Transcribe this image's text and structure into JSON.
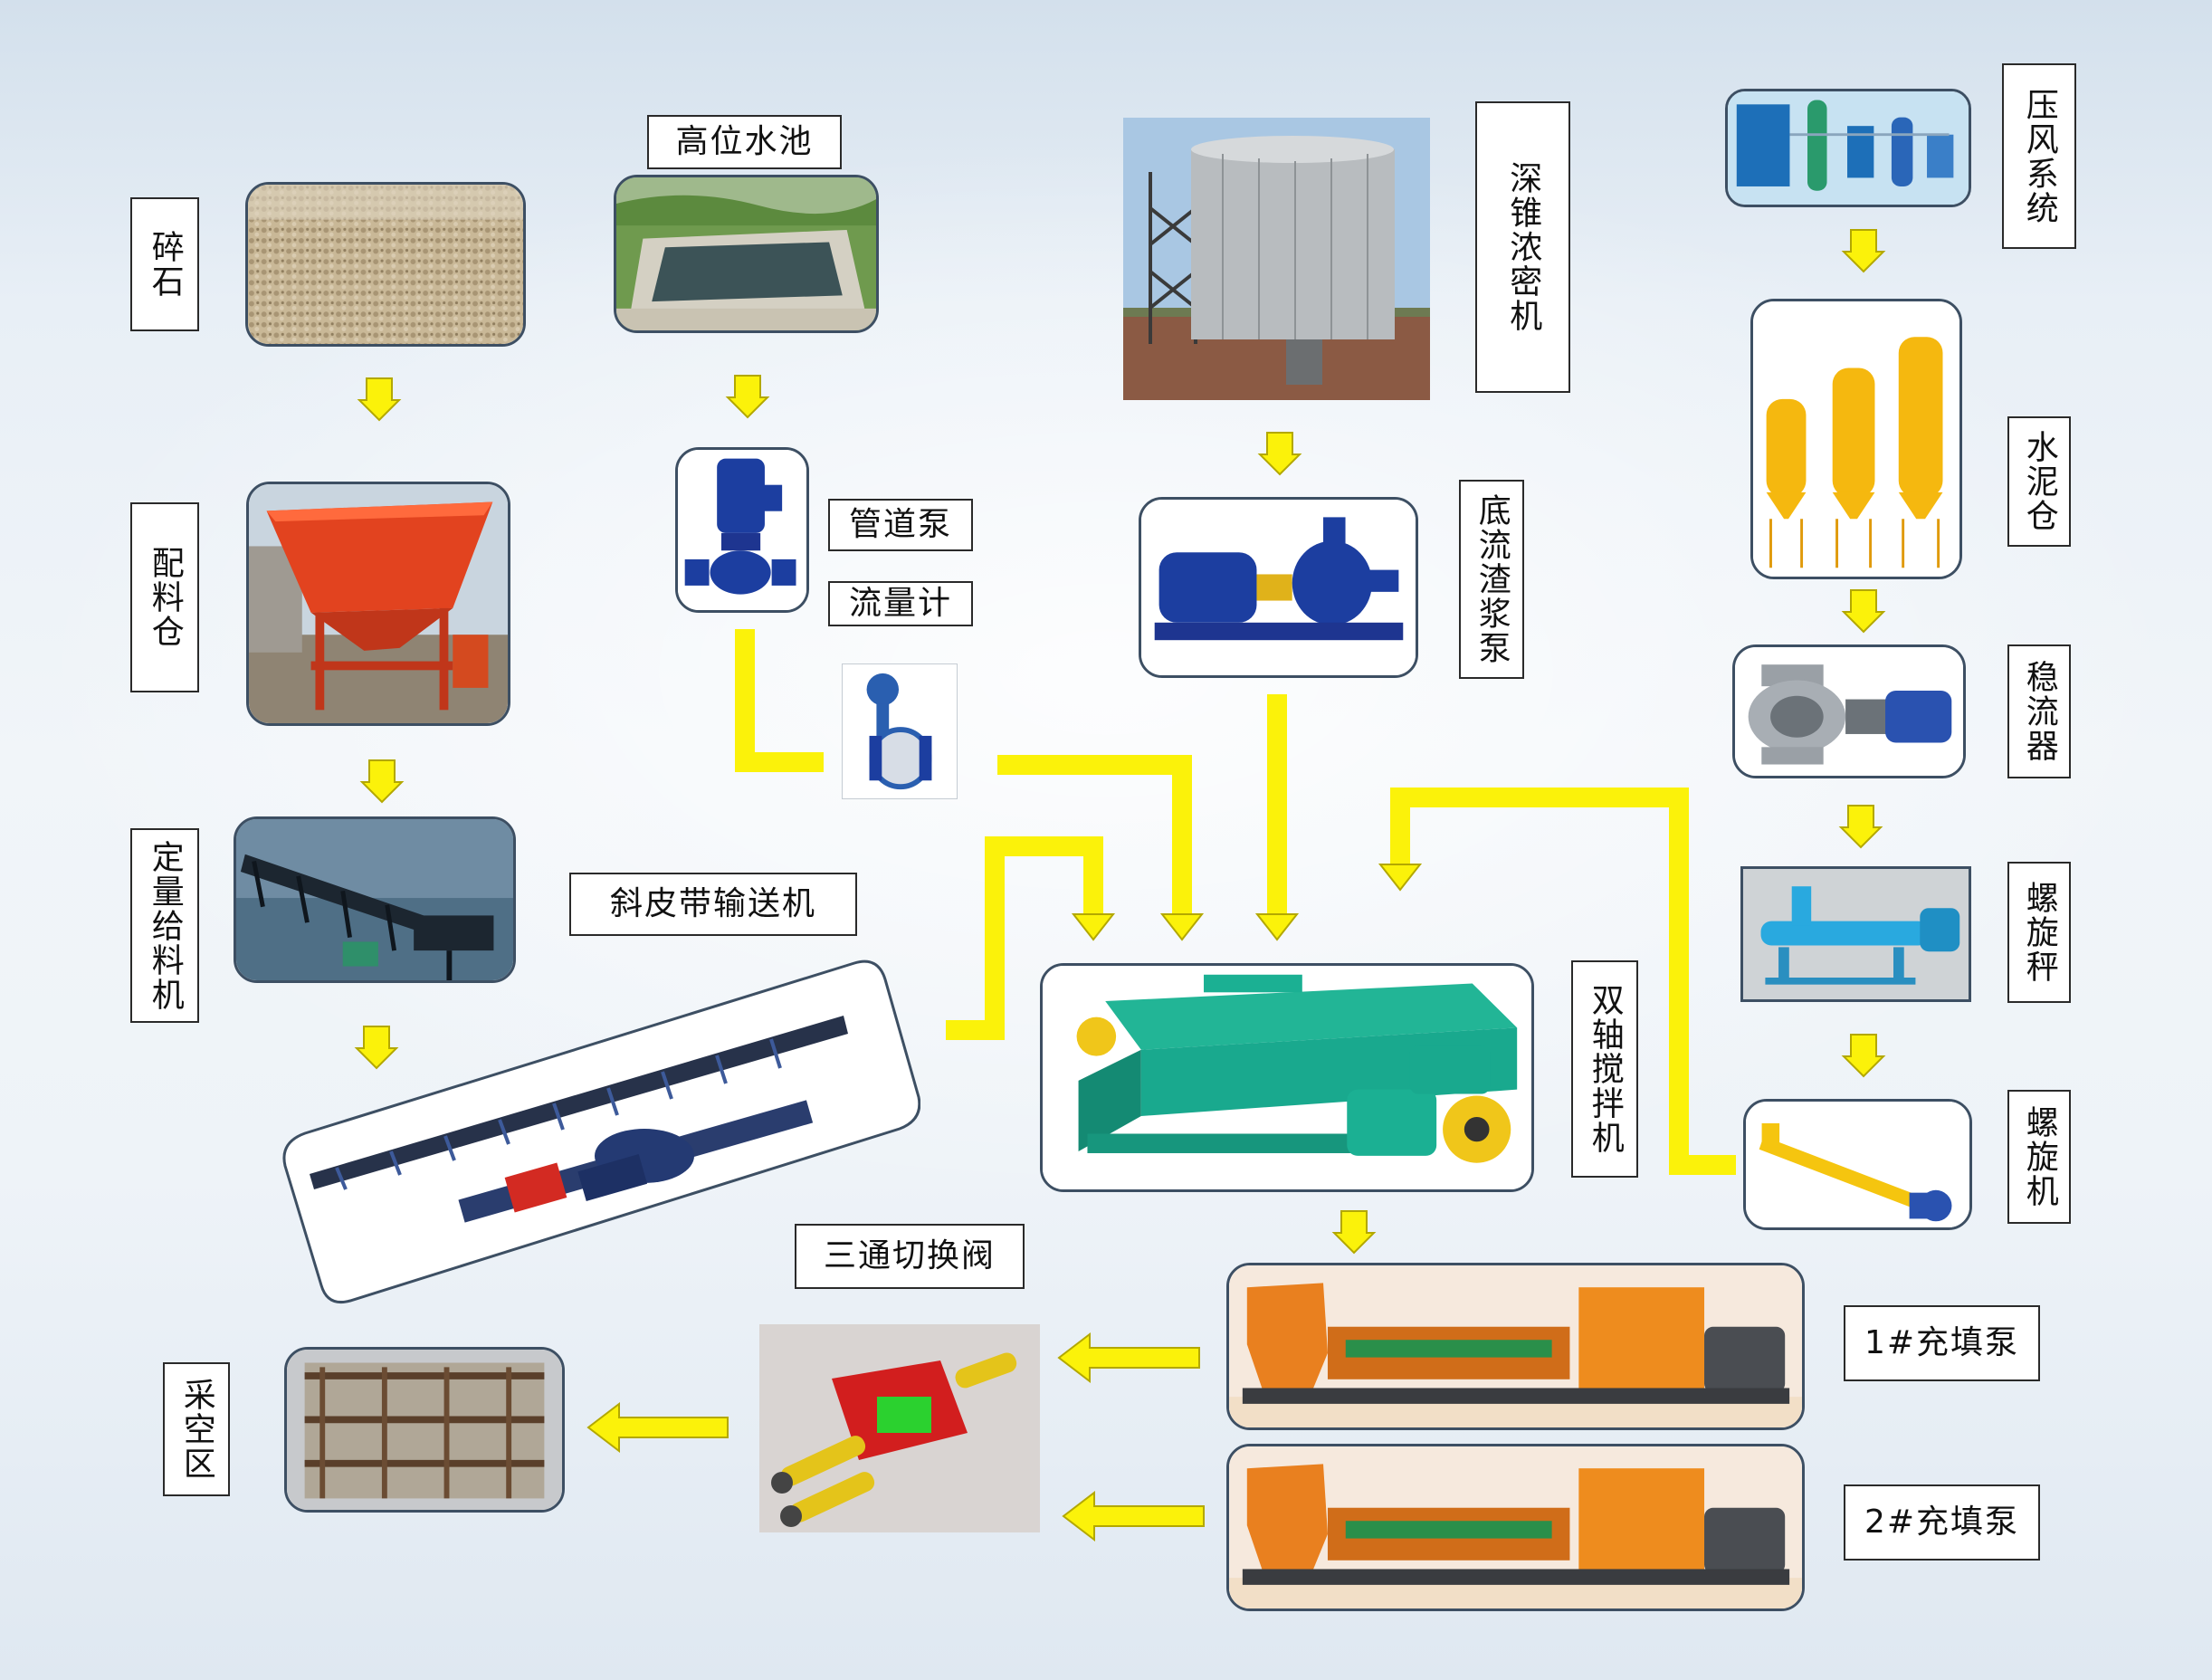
{
  "labels": {
    "gravel": "碎石",
    "high_water_pool": "高位水池",
    "batching_bin": "配料仓",
    "pipeline_pump": "管道泵",
    "flow_meter": "流量计",
    "quantitative_feeder": "定量给料机",
    "inclined_belt_conveyor": "斜皮带输送机",
    "deep_cone_thickener": "深锥浓密机",
    "underflow_slurry_pump": "底流渣浆泵",
    "compressed_air_system": "压风系统",
    "cement_silo": "水泥仓",
    "flow_stabilizer": "稳流器",
    "screw_scale": "螺旋秤",
    "screw_conveyor": "螺旋机",
    "twin_shaft_mixer": "双轴搅拌机",
    "three_way_valve": "三通切换阀",
    "goaf": "采空区",
    "fill_pump_1": "1#充填泵",
    "fill_pump_2": "2#充填泵"
  },
  "colors": {
    "arrow_fill": "#fbf20a",
    "arrow_stroke": "#b3a800",
    "frame_border": "#3d4f63",
    "label_border": "#2a2a2a",
    "hopper_red": "#e2431f",
    "mixer_teal": "#19a98e",
    "silo_yellow": "#f5b80f",
    "pump_blue": "#1c3ea0",
    "fill_pump_orange": "#e9801f"
  },
  "icons": {
    "gravel": "gravel-pile-photo",
    "high_water_pool": "water-pool-photo",
    "batching_bin": "hopper-photo",
    "pipeline_pump": "vertical-pump-photo",
    "flow_meter": "flow-meter-photo",
    "quantitative_feeder": "feeder-conveyor-photo",
    "inclined_belt_conveyor": "belt-conveyor-photo",
    "deep_cone_thickener": "thickener-tank-photo",
    "underflow_slurry_pump": "slurry-pump-photo",
    "compressed_air_system": "air-compressor-photo",
    "cement_silo": "cement-silos-photo",
    "flow_stabilizer": "rotary-valve-photo",
    "screw_scale": "screw-scale-photo",
    "screw_conveyor": "screw-conveyor-photo",
    "twin_shaft_mixer": "twin-shaft-mixer-photo",
    "three_way_valve": "three-way-valve-photo",
    "goaf": "goaf-support-photo",
    "fill_pump_1": "fill-pump-photo",
    "fill_pump_2": "fill-pump-photo"
  }
}
